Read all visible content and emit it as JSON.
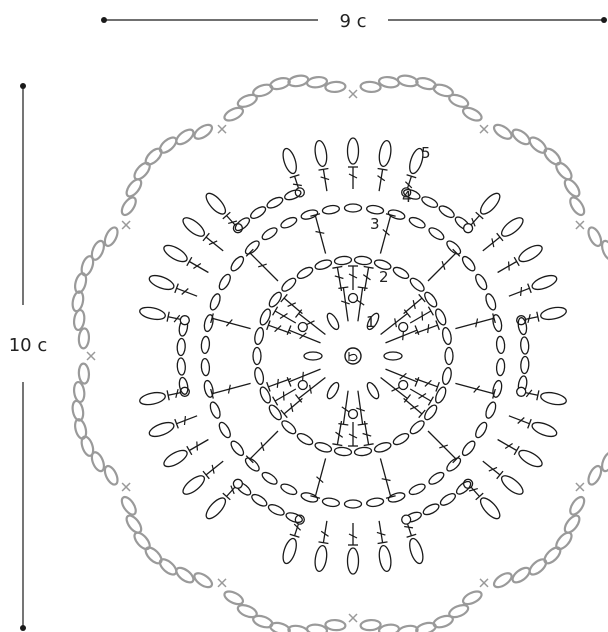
{
  "dimensions": {
    "width_label": "9 c",
    "height_label": "10 c"
  },
  "rounds": [
    "1",
    "2",
    "3",
    "4",
    "5"
  ],
  "colors": {
    "ink": "#1a1a1a",
    "outer_round": "#9a9a9a"
  }
}
